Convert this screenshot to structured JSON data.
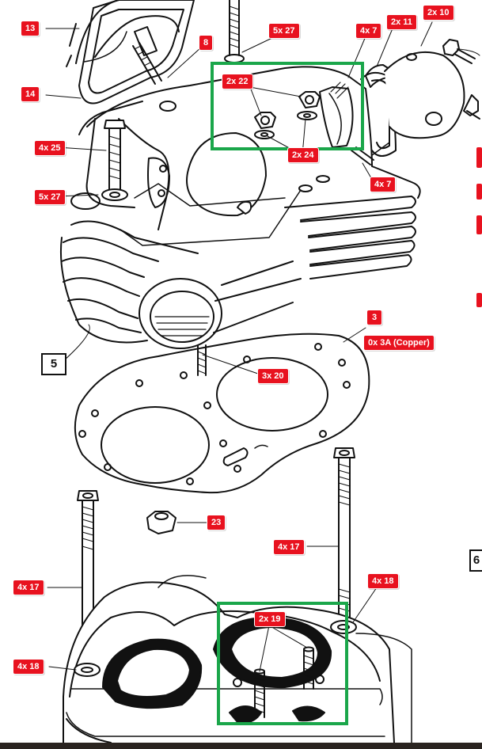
{
  "diagram": {
    "callouts": [
      {
        "id": "c13",
        "label": "13"
      },
      {
        "id": "c8",
        "label": "8"
      },
      {
        "id": "c5x27a",
        "label": "5x 27"
      },
      {
        "id": "c4x7a",
        "label": "4x 7"
      },
      {
        "id": "c2x11",
        "label": "2x 11"
      },
      {
        "id": "c2x10",
        "label": "2x 10"
      },
      {
        "id": "c14",
        "label": "14"
      },
      {
        "id": "c2x22",
        "label": "2x 22"
      },
      {
        "id": "c4x25",
        "label": "4x 25"
      },
      {
        "id": "c2x24",
        "label": "2x 24"
      },
      {
        "id": "c4x7b",
        "label": "4x 7"
      },
      {
        "id": "c5x27b",
        "label": "5x 27"
      },
      {
        "id": "c3",
        "label": "3"
      },
      {
        "id": "c0x3a",
        "label": "0x 3A (Copper)"
      },
      {
        "id": "c3x20",
        "label": "3x 20"
      },
      {
        "id": "c23",
        "label": "23"
      },
      {
        "id": "c4x17a",
        "label": "4x 17"
      },
      {
        "id": "c4x17b",
        "label": "4x 17"
      },
      {
        "id": "c4x18a",
        "label": "4x 18"
      },
      {
        "id": "c2x19",
        "label": "2x 19"
      },
      {
        "id": "c4x18b",
        "label": "4x 18"
      }
    ],
    "figure_numbers": {
      "left": "5",
      "right": "6"
    },
    "colors": {
      "callout": "#e8121f",
      "highlight": "#1aa64a",
      "ink": "#111111"
    }
  }
}
